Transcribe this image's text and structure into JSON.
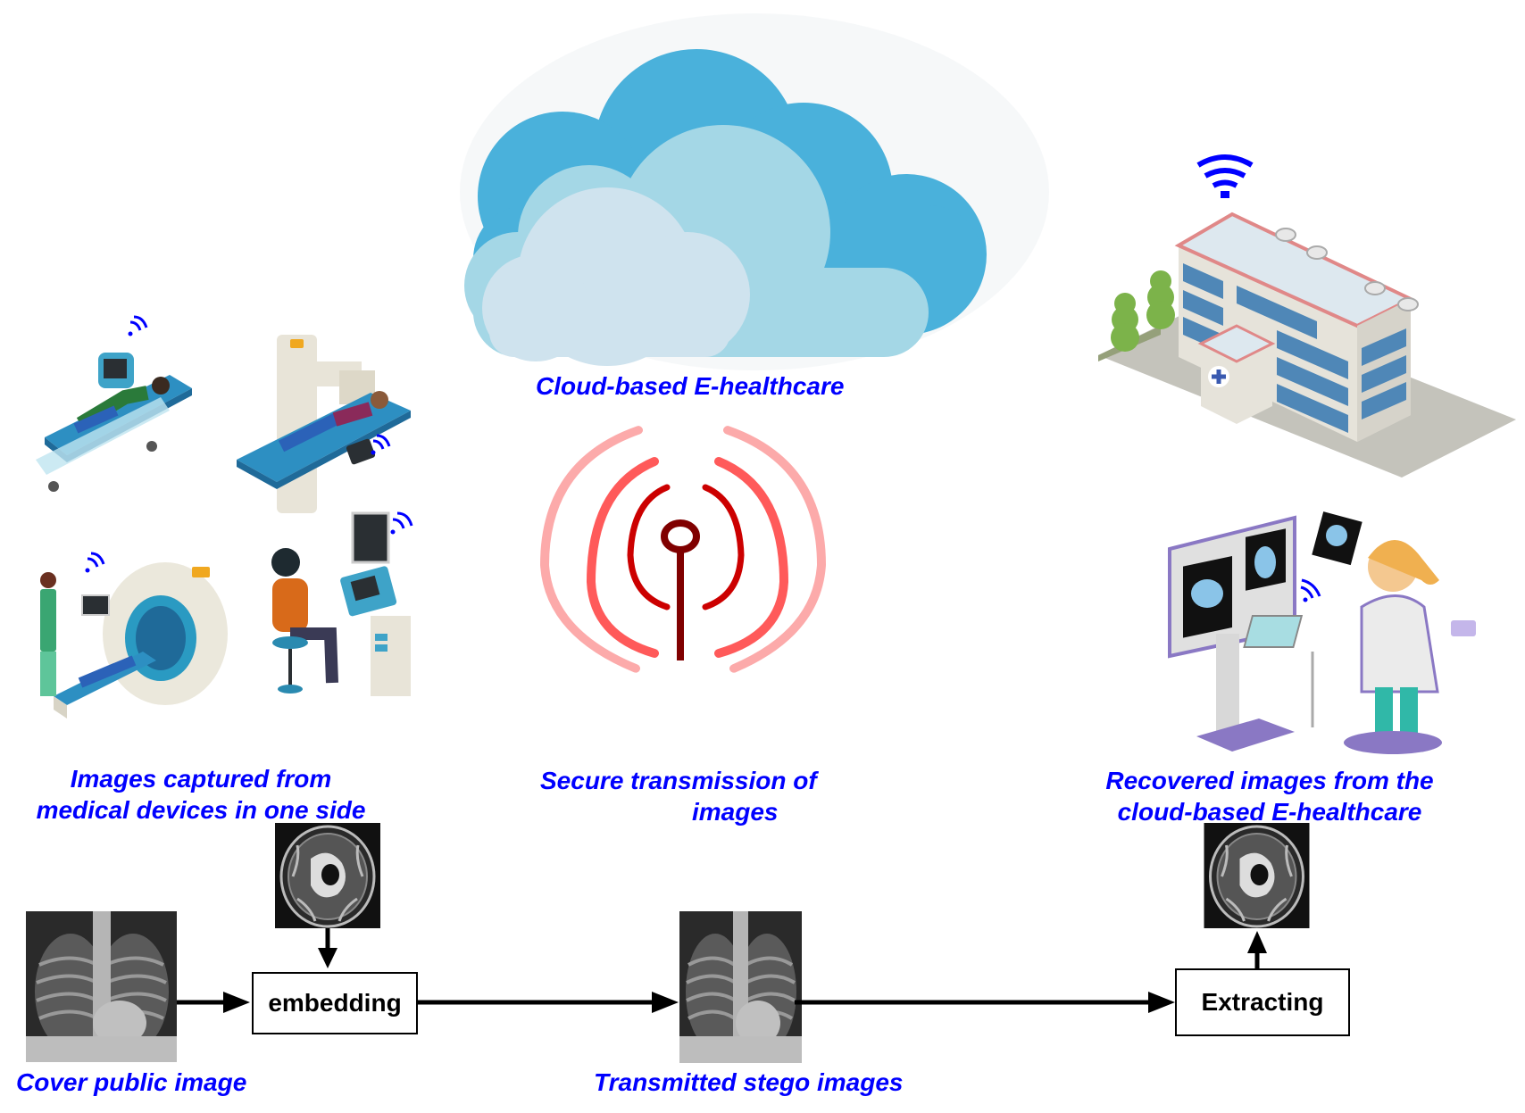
{
  "diagram": {
    "title": "Cloud-based E-healthcare secure medical image transmission",
    "colors": {
      "caption_text": "#0000ff",
      "cloud_back": "#4ab1db",
      "cloud_mid": "#a4d7e6",
      "cloud_front": "#cfe3ee",
      "signal_inner": "#cc0000",
      "signal_middle": "#ff5a5a",
      "signal_outer": "#fcaaaa",
      "antenna": "#800000",
      "wifi_icon": "#0000ff",
      "arrow": "#000000"
    },
    "captions": {
      "cloud": "Cloud-based E-healthcare",
      "devices_line1": "Images captured from",
      "devices_line2": "medical devices in one side",
      "transmission_line1": "Secure transmission  of",
      "transmission_line2": "images",
      "recovered_line1": "Recovered images from the",
      "recovered_line2": "cloud-based E-healthcare",
      "cover": "Cover public image",
      "stego": "Transmitted stego images"
    },
    "process": {
      "embedding_label": "embedding",
      "extracting_label": "Extracting"
    },
    "nodes": [
      {
        "id": "cover-image",
        "type": "chest-xray"
      },
      {
        "id": "secret-image",
        "type": "brain-mri"
      },
      {
        "id": "embedding",
        "type": "process"
      },
      {
        "id": "stego-image",
        "type": "chest-xray"
      },
      {
        "id": "extracting",
        "type": "process"
      },
      {
        "id": "recovered-image",
        "type": "brain-mri"
      }
    ],
    "edges": [
      {
        "from": "cover-image",
        "to": "embedding"
      },
      {
        "from": "secret-image",
        "to": "embedding"
      },
      {
        "from": "embedding",
        "to": "stego-image"
      },
      {
        "from": "stego-image",
        "to": "extracting"
      },
      {
        "from": "extracting",
        "to": "recovered-image"
      }
    ],
    "illustrations": [
      "cloud",
      "hospital-building",
      "patient-stretcher",
      "x-ray-machine",
      "mri-scanner",
      "ultrasound-station",
      "doctor-with-xray-monitors",
      "signal-antenna"
    ]
  }
}
